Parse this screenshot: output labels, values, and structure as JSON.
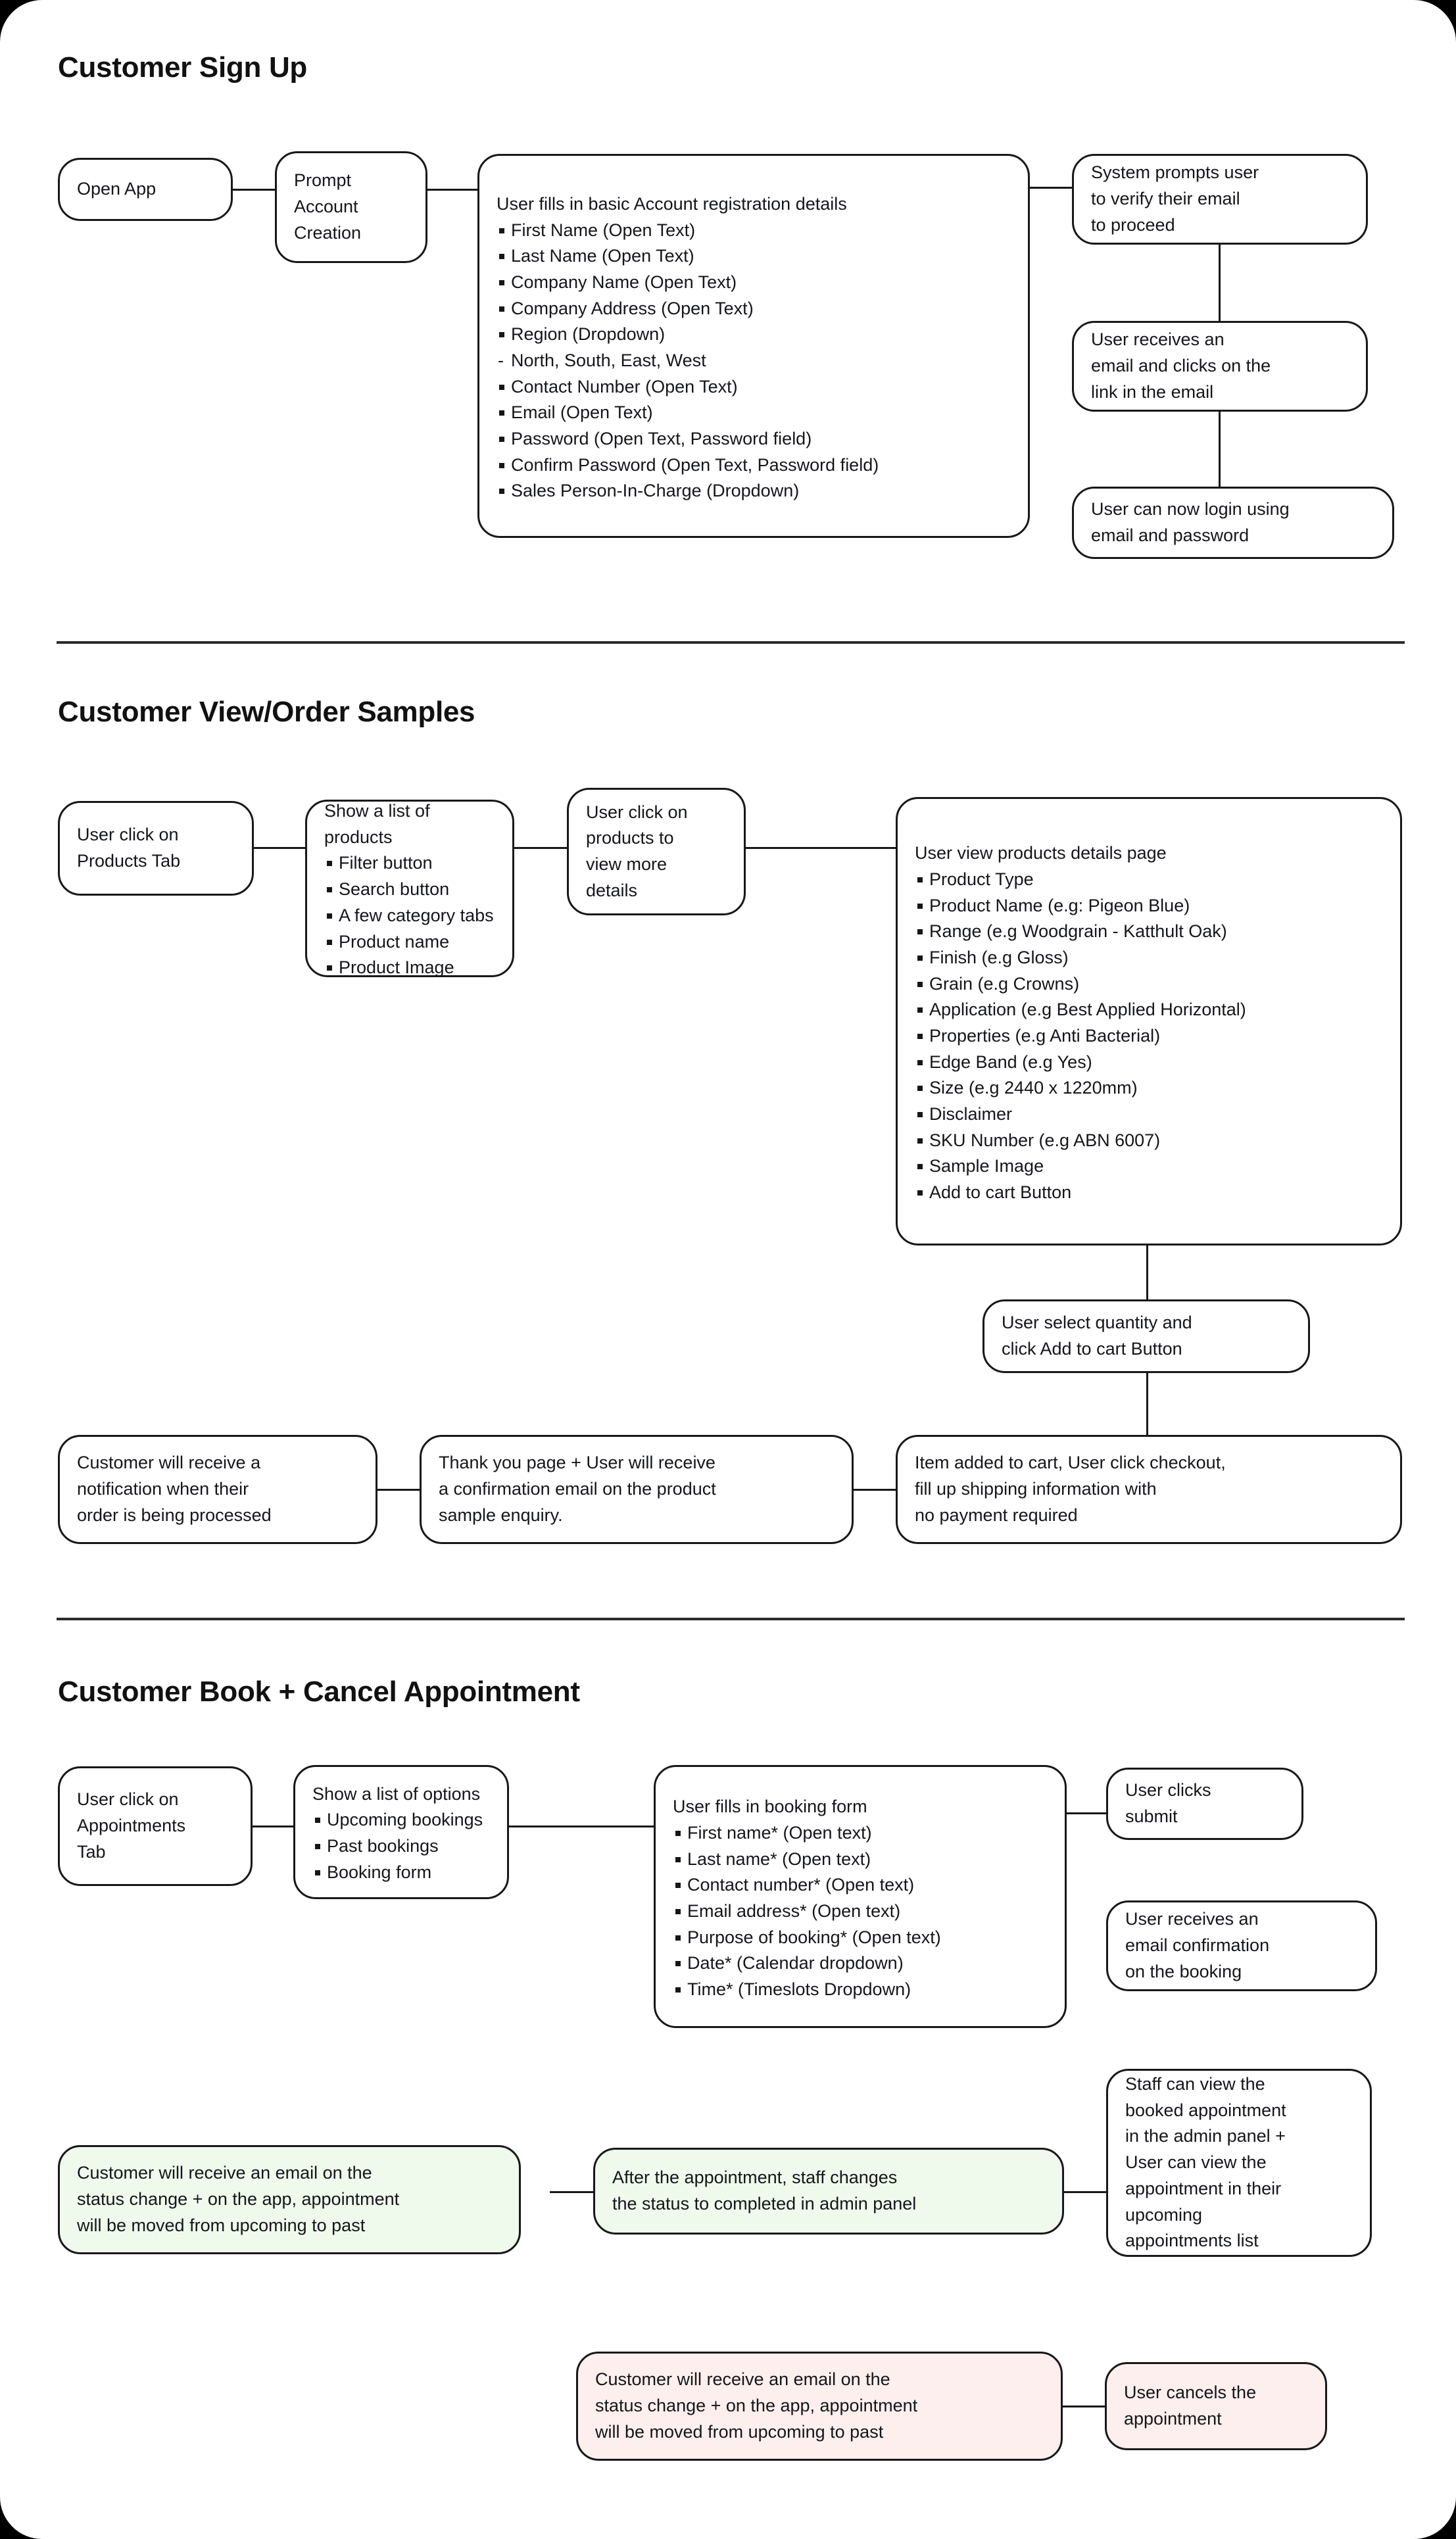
{
  "page": {
    "background": "#ffffff",
    "outline_color": "#18181a",
    "green_fill": "#eff9ec",
    "pink_fill": "#fcefed"
  },
  "sections": [
    {
      "id": "customer-sign-up",
      "title": "Customer Sign Up",
      "nodes": {
        "open_app": {
          "title": "Open App"
        },
        "prompt_account_creation": {
          "title": "Prompt\nAccount\nCreation"
        },
        "registration_details": {
          "title": "User fills in basic Account registration details",
          "items": [
            {
              "marker": "bullet",
              "text": "First Name (Open Text)"
            },
            {
              "marker": "bullet",
              "text": "Last Name (Open Text)"
            },
            {
              "marker": "bullet",
              "text": "Company Name (Open Text)"
            },
            {
              "marker": "bullet",
              "text": "Company Address (Open Text)"
            },
            {
              "marker": "bullet",
              "text": "Region (Dropdown)"
            },
            {
              "marker": "dash",
              "text": "North, South, East, West"
            },
            {
              "marker": "bullet",
              "text": "Contact Number (Open Text)"
            },
            {
              "marker": "bullet",
              "text": "Email (Open Text)"
            },
            {
              "marker": "bullet",
              "text": "Password (Open Text, Password field)"
            },
            {
              "marker": "bullet",
              "text": "Confirm Password (Open Text, Password field)"
            },
            {
              "marker": "bullet",
              "text": "Sales Person-In-Charge (Dropdown)"
            }
          ]
        },
        "verify_email_prompt": {
          "title": "System prompts user\nto verify their email\nto proceed"
        },
        "receives_email": {
          "title": "User receives an\nemail and clicks on the\nlink in the email"
        },
        "can_login": {
          "title": "User can now login using\nemail and password"
        }
      }
    },
    {
      "id": "customer-view-order-samples",
      "title": "Customer View/Order Samples",
      "nodes": {
        "click_products_tab": {
          "title": "User click on\nProducts Tab"
        },
        "list_of_products": {
          "title": "Show a list of products",
          "items": [
            {
              "marker": "bullet",
              "text": "Filter button"
            },
            {
              "marker": "bullet",
              "text": "Search button"
            },
            {
              "marker": "bullet",
              "text": "A few category tabs"
            },
            {
              "marker": "bullet",
              "text": "Product name"
            },
            {
              "marker": "bullet",
              "text": "Product Image"
            }
          ]
        },
        "click_product_details": {
          "title": "User click on\nproducts to\nview more\ndetails"
        },
        "product_details_page": {
          "title": "User view products details page",
          "items": [
            {
              "marker": "bullet",
              "text": "Product Type"
            },
            {
              "marker": "bullet",
              "text": "Product Name (e.g: Pigeon Blue)"
            },
            {
              "marker": "bullet",
              "text": "Range (e.g Woodgrain - Katthult Oak)"
            },
            {
              "marker": "bullet",
              "text": "Finish (e.g Gloss)"
            },
            {
              "marker": "bullet",
              "text": "Grain (e.g Crowns)"
            },
            {
              "marker": "bullet",
              "text": "Application (e.g Best Applied Horizontal)"
            },
            {
              "marker": "bullet",
              "text": "Properties (e.g Anti Bacterial)"
            },
            {
              "marker": "bullet",
              "text": "Edge Band (e.g Yes)"
            },
            {
              "marker": "bullet",
              "text": "Size (e.g 2440 x 1220mm)"
            },
            {
              "marker": "bullet",
              "text": "Disclaimer"
            },
            {
              "marker": "bullet",
              "text": "SKU Number (e.g ABN 6007)"
            },
            {
              "marker": "bullet",
              "text": "Sample Image"
            },
            {
              "marker": "bullet",
              "text": "Add to cart Button"
            }
          ]
        },
        "select_quantity": {
          "title": "User select quantity and\nclick Add to cart Button"
        },
        "item_added_checkout": {
          "title": "Item added to cart, User click checkout,\nfill up shipping information with\nno payment required"
        },
        "thank_you_page": {
          "title": "Thank you page + User will receive\na confirmation email on the product\nsample enquiry."
        },
        "order_notification": {
          "title": "Customer will receive a\nnotification when their\norder is being processed"
        }
      }
    },
    {
      "id": "customer-book-cancel-appointment",
      "title": "Customer Book + Cancel Appointment",
      "nodes": {
        "click_appointments_tab": {
          "title": "User click on\nAppointments\nTab"
        },
        "list_of_options": {
          "title": "Show a list of options",
          "items": [
            {
              "marker": "bullet",
              "text": "Upcoming bookings"
            },
            {
              "marker": "bullet",
              "text": "Past bookings"
            },
            {
              "marker": "bullet",
              "text": "Booking form"
            }
          ]
        },
        "booking_form": {
          "title": "User fills in booking form",
          "items": [
            {
              "marker": "bullet",
              "text": "First name* (Open text)"
            },
            {
              "marker": "bullet",
              "text": "Last name* (Open text)"
            },
            {
              "marker": "bullet",
              "text": "Contact number* (Open text)"
            },
            {
              "marker": "bullet",
              "text": "Email address* (Open text)"
            },
            {
              "marker": "bullet",
              "text": "Purpose of booking* (Open text)"
            },
            {
              "marker": "bullet",
              "text": "Date* (Calendar dropdown)"
            },
            {
              "marker": "bullet",
              "text": "Time* (Timeslots Dropdown)"
            }
          ]
        },
        "clicks_submit": {
          "title": "User clicks\nsubmit"
        },
        "email_confirmation": {
          "title": "User receives an\nemail confirmation\non the booking"
        },
        "staff_view_appointment": {
          "title": "Staff can view the\nbooked appointment\nin the admin panel +\nUser can view the\nappointment in their\nupcoming\nappointments list"
        },
        "staff_completes": {
          "title": "After the appointment, staff changes\nthe status to completed in admin panel"
        },
        "status_change_email_green": {
          "title": "Customer will receive an email on the\nstatus change + on the app, appointment\nwill be moved from upcoming to past"
        },
        "user_cancels": {
          "title": "User cancels the\nappointment"
        },
        "status_change_email_pink": {
          "title": "Customer will receive an email on the\nstatus change + on the app, appointment\nwill be moved from upcoming to past"
        }
      }
    }
  ]
}
